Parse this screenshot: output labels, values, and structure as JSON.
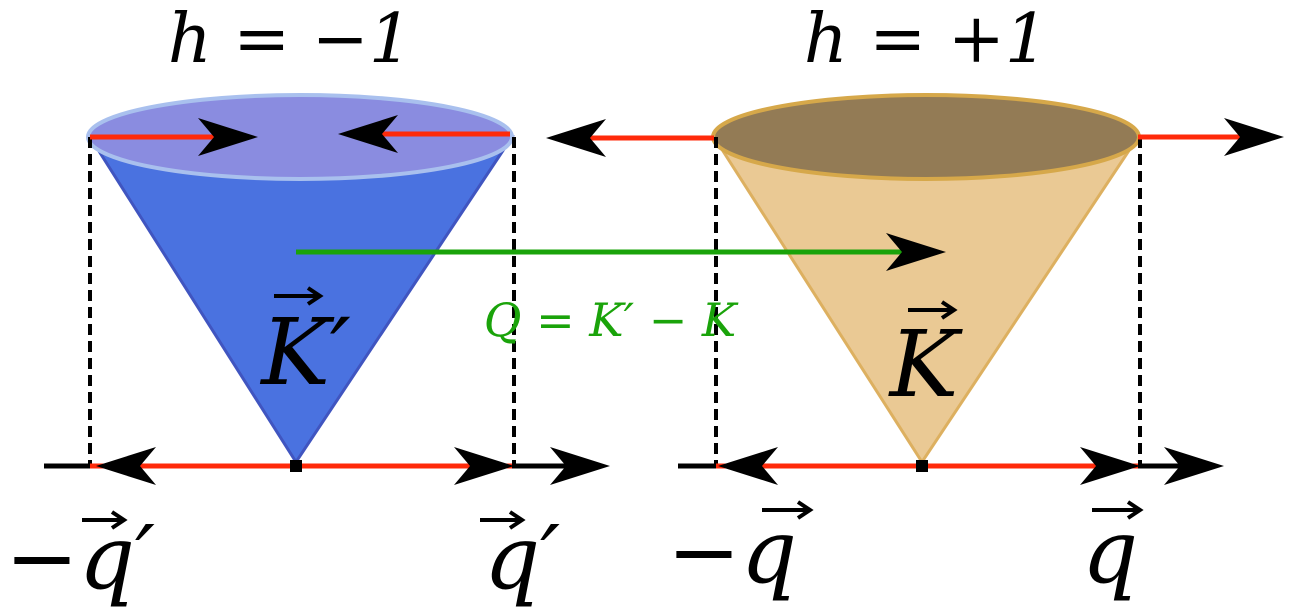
{
  "left_cone": {
    "helicity_label": "h = −1",
    "valley_label": "K′",
    "neg_momentum_label": "−q′",
    "pos_momentum_label": "q′",
    "fill_color": "#4a72e0",
    "top_color": "#8a8ce0"
  },
  "right_cone": {
    "helicity_label": "h = +1",
    "valley_label": "K",
    "neg_momentum_label": "−q",
    "pos_momentum_label": "q",
    "fill_color": "#eac994",
    "top_color": "#937b55"
  },
  "transfer": {
    "label": "Q = K′ − K",
    "color": "#1aa30a"
  },
  "colors": {
    "momentum_arrow": "#ff2a0a",
    "axis": "#000000"
  }
}
